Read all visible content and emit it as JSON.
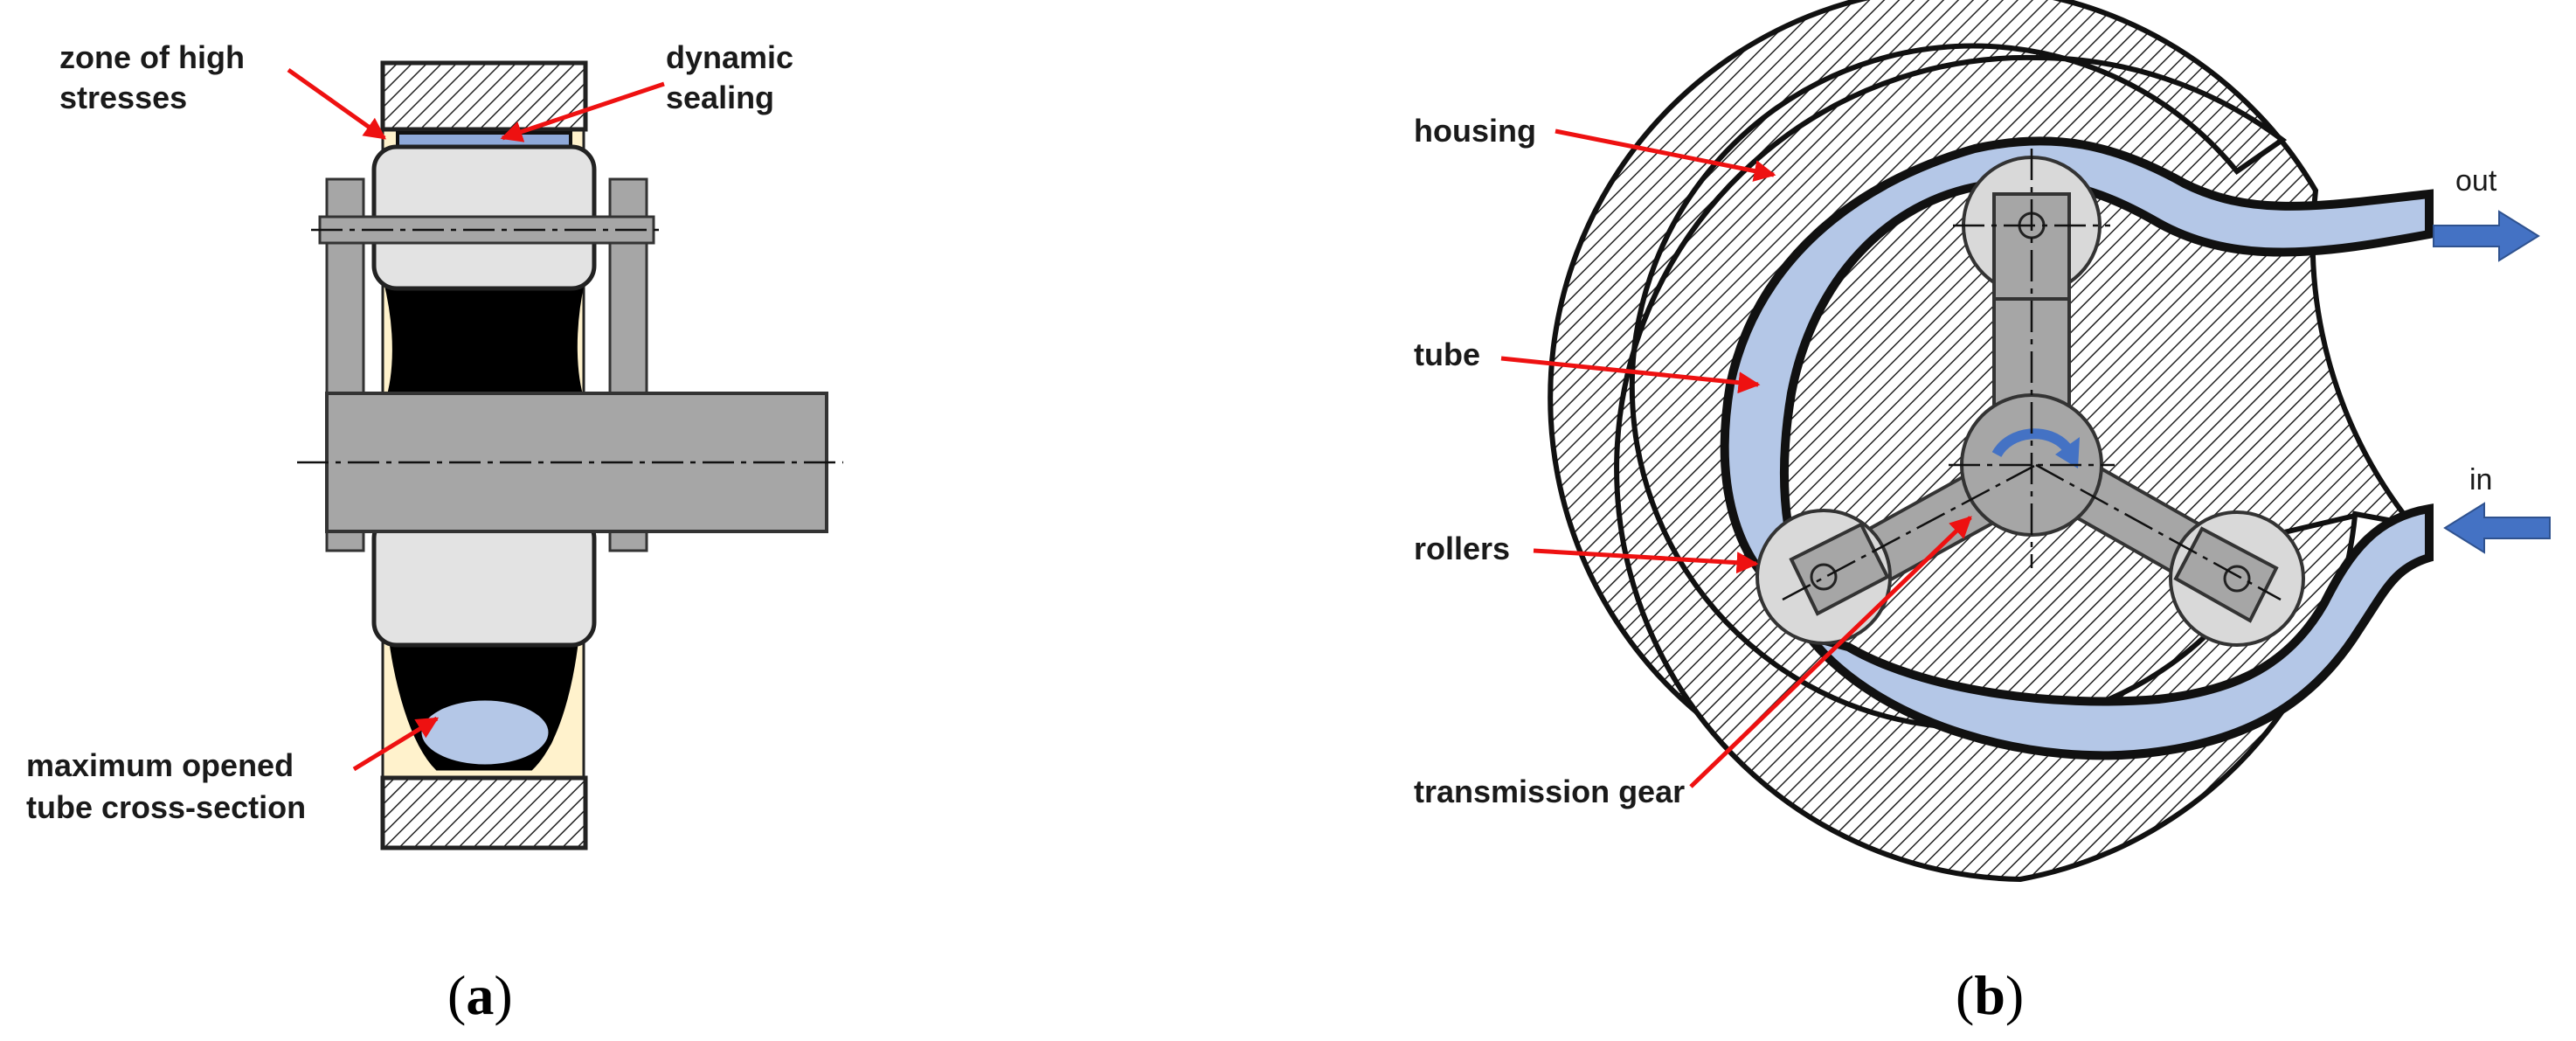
{
  "panel_a": {
    "labels": {
      "zone_line1": "zone of high",
      "zone_line2": "stresses",
      "sealing_line1": "dynamic",
      "sealing_line2": "sealing",
      "opened_line1": "maximum opened",
      "opened_line2": "tube cross-section"
    },
    "caption": {
      "open": "(",
      "letter": "a",
      "close": ")"
    }
  },
  "panel_b": {
    "labels": {
      "housing": "housing",
      "tube": "tube",
      "rollers": "rollers",
      "gear": "transmission gear",
      "out": "out",
      "in": "in"
    },
    "caption": {
      "open": "(",
      "letter": "b",
      "close": ")"
    }
  },
  "colors": {
    "annotation_arrow": "#ee1111",
    "tube_fill": "#b4c7e7",
    "io_arrow": "#4472c4",
    "rotor_gray": "#a6a6a6",
    "roller_gray": "#d9d9d9",
    "seal_beige": "#fff2cc"
  }
}
